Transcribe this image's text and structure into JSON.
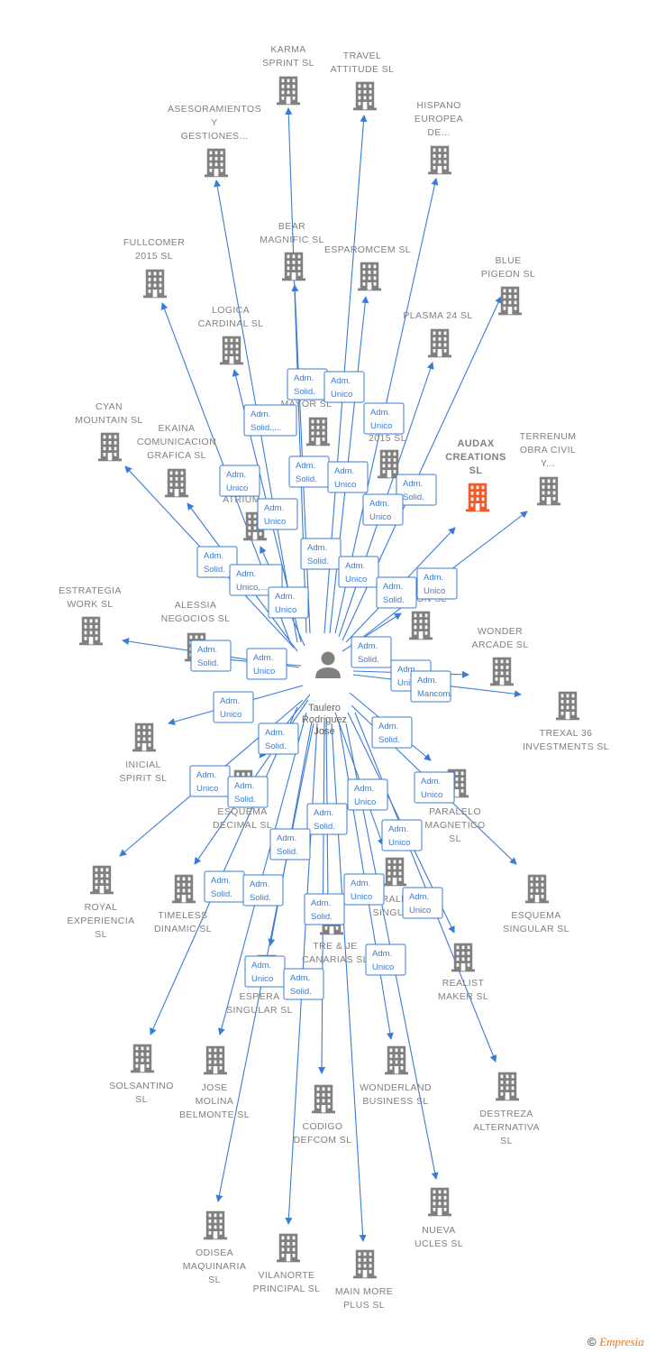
{
  "colors": {
    "link": "#3a7bd5",
    "node": "#808080",
    "highlight": "#f05a28",
    "label": "#808080"
  },
  "center": {
    "label_lines": [
      "Taulero",
      "Rodriguez",
      "Jose"
    ],
    "icon": "person-icon"
  },
  "companies": [
    {
      "id": "karma",
      "lines": [
        "KARMA",
        "SPRINT  SL"
      ]
    },
    {
      "id": "travel",
      "lines": [
        "TRAVEL",
        "ATTITUDE  SL"
      ]
    },
    {
      "id": "asesoramientos",
      "lines": [
        "ASESORAMIENTOS",
        "Y",
        "GESTIONES..."
      ]
    },
    {
      "id": "hispano",
      "lines": [
        "HISPANO",
        "EUROPEA",
        "DE..."
      ]
    },
    {
      "id": "bear",
      "lines": [
        "BEAR",
        "MAGNIFIC  SL"
      ]
    },
    {
      "id": "esparomcem",
      "lines": [
        "ESPAROMCEM SL"
      ]
    },
    {
      "id": "fullcomer",
      "lines": [
        "FULLCOMER",
        "2015  SL"
      ]
    },
    {
      "id": "blue",
      "lines": [
        "BLUE",
        "PIGEON  SL"
      ]
    },
    {
      "id": "logica",
      "lines": [
        "LOGICA",
        "CARDINAL  SL"
      ]
    },
    {
      "id": "plasma",
      "lines": [
        "PLASMA 24 SL"
      ]
    },
    {
      "id": "mayor",
      "lines": [
        "MAYOR  SL"
      ]
    },
    {
      "id": "b2015",
      "lines": [
        "B            AR",
        "2015  SL"
      ]
    },
    {
      "id": "cyan",
      "lines": [
        "CYAN",
        "MOUNTAIN  SL"
      ]
    },
    {
      "id": "ekaina",
      "lines": [
        "EKAINA",
        "COMUNICACION",
        "GRAFICA  SL"
      ]
    },
    {
      "id": "audax",
      "lines": [
        "AUDAX",
        "CREATIONS",
        "SL"
      ],
      "highlight": true
    },
    {
      "id": "terrenum",
      "lines": [
        "TERRENUM",
        "OBRA CIVIL",
        "Y..."
      ]
    },
    {
      "id": "atrium",
      "lines": [
        "ATRIUM"
      ]
    },
    {
      "id": "onsl",
      "lines": [
        "ON  SL"
      ]
    },
    {
      "id": "estrategia",
      "lines": [
        "ESTRATEGIA",
        "WORK  SL"
      ]
    },
    {
      "id": "alessia",
      "lines": [
        "ALESSIA",
        "NEGOCIOS  SL"
      ]
    },
    {
      "id": "wonder",
      "lines": [
        "WONDER",
        "ARCADE  SL"
      ]
    },
    {
      "id": "trexal",
      "lines": [
        "TREXAL 36",
        "INVESTMENTS SL"
      ]
    },
    {
      "id": "inicial",
      "lines": [
        "INICIAL",
        "SPIRIT  SL"
      ]
    },
    {
      "id": "esquemadec",
      "lines": [
        "ESQUEMA",
        "DECIMAL  SL"
      ]
    },
    {
      "id": "paralelo",
      "lines": [
        "PARALELO",
        "MAGNETICO",
        "SL"
      ]
    },
    {
      "id": "royal",
      "lines": [
        "ROYAL",
        "EXPERIENCIA",
        "SL"
      ]
    },
    {
      "id": "timeless",
      "lines": [
        "TIMELESS",
        "DINAMIC  SL"
      ]
    },
    {
      "id": "singular",
      "lines": [
        "RALE",
        "SINGULA"
      ]
    },
    {
      "id": "esquemasing",
      "lines": [
        "ESQUEMA",
        "SINGULAR  SL"
      ]
    },
    {
      "id": "tre",
      "lines": [
        "TRE & JE",
        "CANARIAS  SL"
      ]
    },
    {
      "id": "espera",
      "lines": [
        "ESPERA",
        "SINGULAR  SL"
      ]
    },
    {
      "id": "realist",
      "lines": [
        "REALIST",
        "MAKER  SL"
      ]
    },
    {
      "id": "solsantino",
      "lines": [
        "SOLSANTINO",
        "SL"
      ]
    },
    {
      "id": "jose",
      "lines": [
        "JOSE",
        "MOLINA",
        "BELMONTE  SL"
      ]
    },
    {
      "id": "wonderland",
      "lines": [
        "WONDERLAND",
        "BUSINESS  SL"
      ]
    },
    {
      "id": "codigo",
      "lines": [
        "CODIGO",
        "DEFCOM  SL"
      ]
    },
    {
      "id": "destreza",
      "lines": [
        "DESTREZA",
        "ALTERNATIVA",
        "SL"
      ]
    },
    {
      "id": "nueva",
      "lines": [
        "NUEVA",
        "UCLES  SL"
      ]
    },
    {
      "id": "odisea",
      "lines": [
        "ODISEA",
        "MAQUINARIA",
        "SL"
      ]
    },
    {
      "id": "vilanorte",
      "lines": [
        "VILANORTE",
        "PRINCIPAL  SL"
      ]
    },
    {
      "id": "mainmore",
      "lines": [
        "MAIN MORE",
        "PLUS  SL"
      ]
    }
  ],
  "roles": [
    {
      "lines": [
        "Adm.",
        "Solid."
      ]
    },
    {
      "lines": [
        "Adm.",
        "Unico"
      ]
    },
    {
      "lines": [
        "Adm.",
        "Solid.,..."
      ]
    },
    {
      "lines": [
        "Adm.",
        "Unico"
      ]
    },
    {
      "lines": [
        "Adm.",
        "Solid."
      ]
    },
    {
      "lines": [
        "Adm.",
        "Unico"
      ]
    },
    {
      "lines": [
        "Adm.",
        "Unico"
      ]
    },
    {
      "lines": [
        "Adm.",
        "Solid."
      ]
    },
    {
      "lines": [
        "Adm.",
        "Unico"
      ]
    },
    {
      "lines": [
        "Adm.",
        "Unico"
      ]
    },
    {
      "lines": [
        "Adm.",
        "Solid."
      ]
    },
    {
      "lines": [
        "Adm.",
        "Unico,..."
      ]
    },
    {
      "lines": [
        "Adm.",
        "Solid."
      ]
    },
    {
      "lines": [
        "Adm.",
        "Unico"
      ]
    },
    {
      "lines": [
        "Adm.",
        "Unico"
      ]
    },
    {
      "lines": [
        "Adm.",
        "Solid."
      ]
    },
    {
      "lines": [
        "Adm.",
        "Unico"
      ]
    },
    {
      "lines": [
        "Adm.",
        "Solid."
      ]
    },
    {
      "lines": [
        "Adm.",
        "Solid."
      ]
    },
    {
      "lines": [
        "Adm.",
        "Unico"
      ]
    },
    {
      "lines": [
        "Adm.",
        "Unico"
      ]
    },
    {
      "lines": [
        "Adm.",
        "Mancom."
      ]
    },
    {
      "lines": [
        "Adm.",
        "Unico"
      ]
    },
    {
      "lines": [
        "Adm.",
        "Solid."
      ]
    },
    {
      "lines": [
        "Adm.",
        "Solid."
      ]
    },
    {
      "lines": [
        "Adm.",
        "Unico"
      ]
    },
    {
      "lines": [
        "Adm.",
        "Solid."
      ]
    },
    {
      "lines": [
        "Adm.",
        "Unico"
      ]
    },
    {
      "lines": [
        "Adm.",
        "Unico"
      ]
    },
    {
      "lines": [
        "Adm.",
        "Solid."
      ]
    },
    {
      "lines": [
        "Adm.",
        "Unico"
      ]
    },
    {
      "lines": [
        "Adm.",
        "Solid."
      ]
    },
    {
      "lines": [
        "Adm.",
        "Solid."
      ]
    },
    {
      "lines": [
        "Adm.",
        "Unico"
      ]
    },
    {
      "lines": [
        "Adm.",
        "Unico"
      ]
    },
    {
      "lines": [
        "Adm.",
        "Solid."
      ]
    },
    {
      "lines": [
        "Adm.",
        "Solid."
      ]
    },
    {
      "lines": [
        "Adm.",
        "Unico"
      ]
    },
    {
      "lines": [
        "Adm.",
        "Unico"
      ]
    },
    {
      "lines": [
        "Adm.",
        "Solid."
      ]
    }
  ],
  "footer": {
    "copyright": "©",
    "brand": "Empresia"
  }
}
